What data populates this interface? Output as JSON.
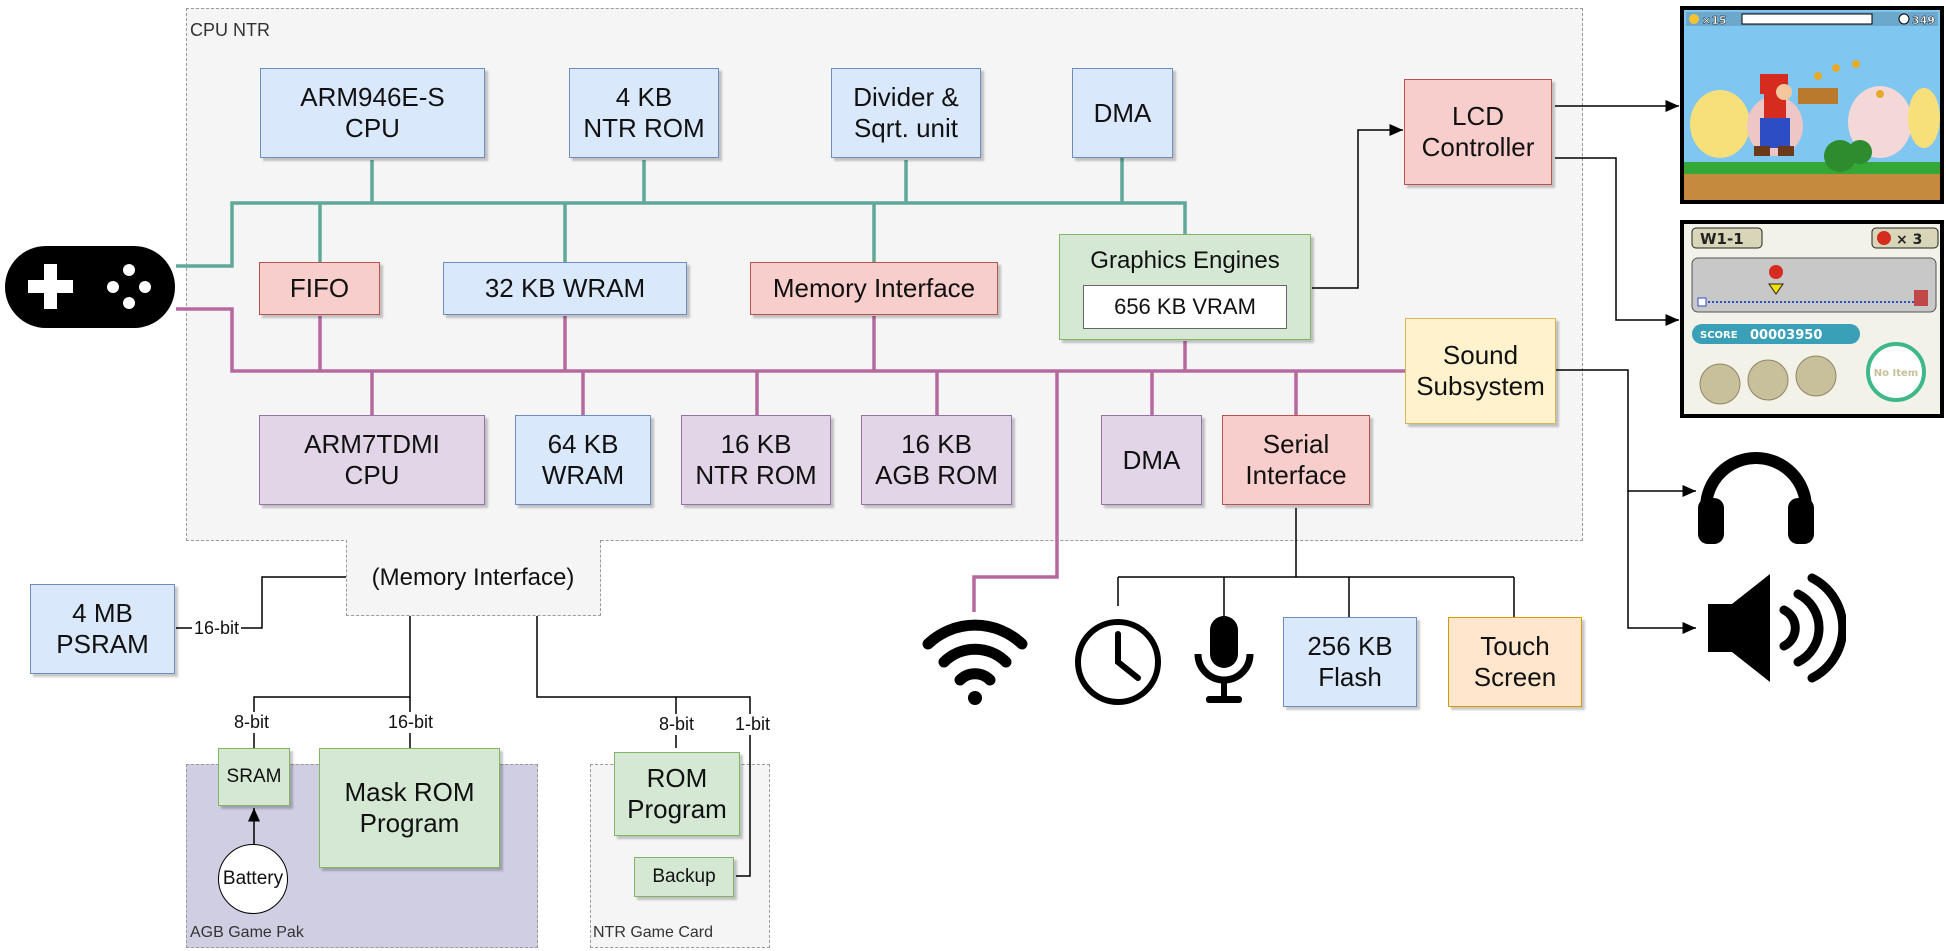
{
  "regions": {
    "cpu_ntr": "CPU NTR",
    "agb_game_pak": "AGB Game Pak",
    "ntr_game_card": "NTR Game Card"
  },
  "arm9_bus": {
    "arm946": "ARM946E-S\nCPU",
    "ntr_rom_4kb": "4 KB\nNTR ROM",
    "divider": "Divider &\nSqrt. unit",
    "dma": "DMA",
    "fifo": "FIFO",
    "wram_32kb": "32 KB WRAM",
    "memory_interface": "Memory Interface",
    "graphics_engines": "Graphics Engines",
    "vram": "656 KB VRAM",
    "lcd_controller": "LCD\nController"
  },
  "arm7_bus": {
    "arm7tdmi": "ARM7TDMI\nCPU",
    "wram_64kb": "64 KB\nWRAM",
    "ntr_rom_16kb": "16 KB\nNTR ROM",
    "agb_rom_16kb": "16 KB\nAGB ROM",
    "dma": "DMA",
    "serial_interface": "Serial\nInterface",
    "sound_subsystem": "Sound\nSubsystem"
  },
  "external": {
    "memory_interface_ext": "(Memory Interface)",
    "psram": "4 MB\nPSRAM",
    "psram_bus": "16-bit",
    "sram": "SRAM",
    "sram_bus": "8-bit",
    "mask_rom": "Mask ROM\nProgram",
    "mask_rom_bus": "16-bit",
    "battery": "Battery",
    "rom_program": "ROM\nProgram",
    "rom_program_bus": "8-bit",
    "backup": "Backup",
    "backup_bus": "1-bit",
    "flash": "256 KB\nFlash",
    "touch_screen": "Touch\nScreen"
  },
  "icons": [
    "gamepad-icon",
    "wifi-icon",
    "clock-icon",
    "microphone-icon",
    "headphones-icon",
    "speaker-icon"
  ],
  "screens": {
    "top_hud": {
      "coins": "×15",
      "time": "349"
    },
    "bottom_hud": {
      "world": "W1-1",
      "lives": "× 3",
      "score_label": "SCORE",
      "score": "00003950",
      "item": "No Item"
    }
  },
  "colors": {
    "arm9_bus": "#5fa89a",
    "arm7_bus": "#b5699e"
  }
}
